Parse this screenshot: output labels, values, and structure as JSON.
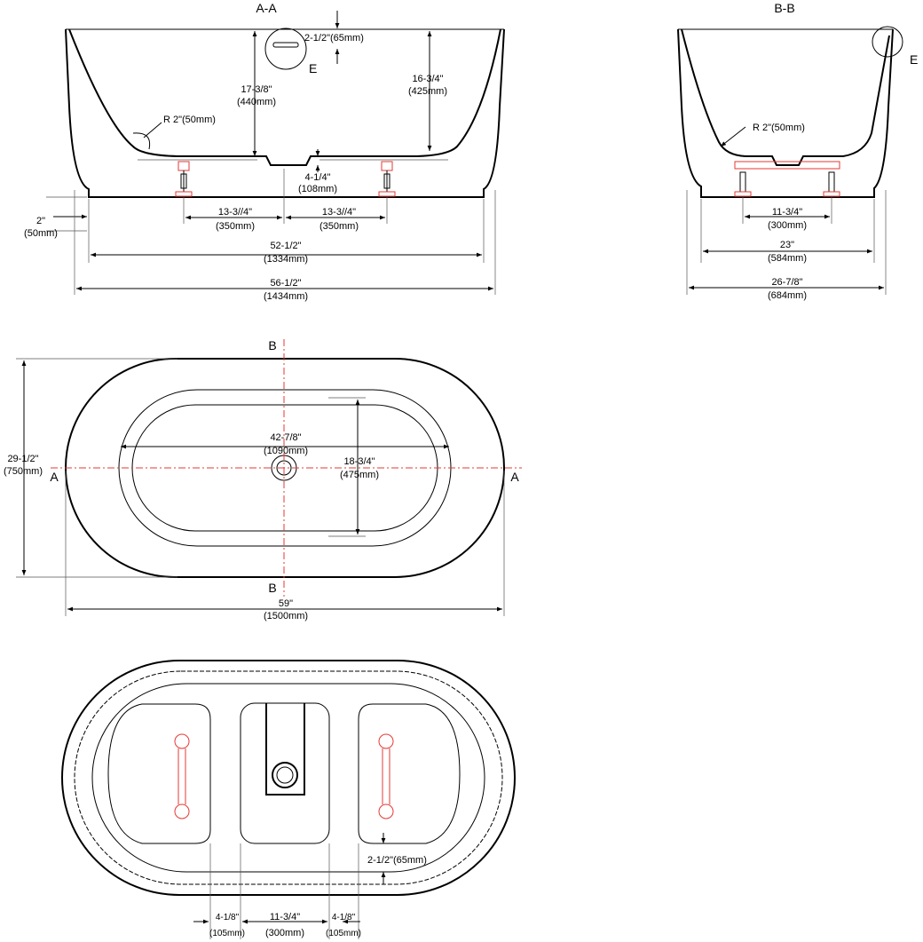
{
  "section_aa": {
    "title": "A-A",
    "drain_depth": "2-1/2\"(65mm)",
    "detail_ref": "E",
    "inner_depth_in": "17-3/8\"",
    "inner_depth_mm": "(440mm)",
    "side_depth_in": "16-3/4\"",
    "side_depth_mm": "(425mm)",
    "radius": "R 2\"(50mm)",
    "drain_height_in": "4-1/4\"",
    "drain_height_mm": "(108mm)",
    "leg_left_in": "13-3//4\"",
    "leg_left_mm": "(350mm)",
    "leg_right_in": "13-3//4\"",
    "leg_right_mm": "(350mm)",
    "base_height_in": "2\"",
    "base_height_mm": "(50mm)",
    "base_length_in": "52-1/2\"",
    "base_length_mm": "(1334mm)",
    "overall_length_in": "56-1/2\"",
    "overall_length_mm": "(1434mm)"
  },
  "section_bb": {
    "title": "B-B",
    "detail_ref": "E",
    "radius": "R 2\"(50mm)",
    "leg_spacing_in": "11-3/4\"",
    "leg_spacing_mm": "(300mm)",
    "base_width_in": "23\"",
    "base_width_mm": "(584mm)",
    "overall_width_in": "26-7/8\"",
    "overall_width_mm": "(684mm)"
  },
  "top_view": {
    "cut_b_top": "B",
    "cut_b_bottom": "B",
    "cut_a_left": "A",
    "cut_a_right": "A",
    "width_in": "29-1/2\"",
    "width_mm": "(750mm)",
    "inner_length_in": "42-7/8\"",
    "inner_length_mm": "(1090mm)",
    "inner_width_in": "18-3/4\"",
    "inner_width_mm": "(475mm)",
    "length_in": "59\"",
    "length_mm": "(1500mm)"
  },
  "bottom_view": {
    "rim_height": "2-1/2\"(65mm)",
    "left_gap_in": "4-1/8\"",
    "left_gap_mm": "(105mm)",
    "center_in": "11-3/4\"",
    "center_mm": "(300mm)",
    "right_gap_in": "4-1/8\"",
    "right_gap_mm": "(105mm)"
  },
  "colors": {
    "line": "#000000",
    "centerline": "#e53935"
  }
}
